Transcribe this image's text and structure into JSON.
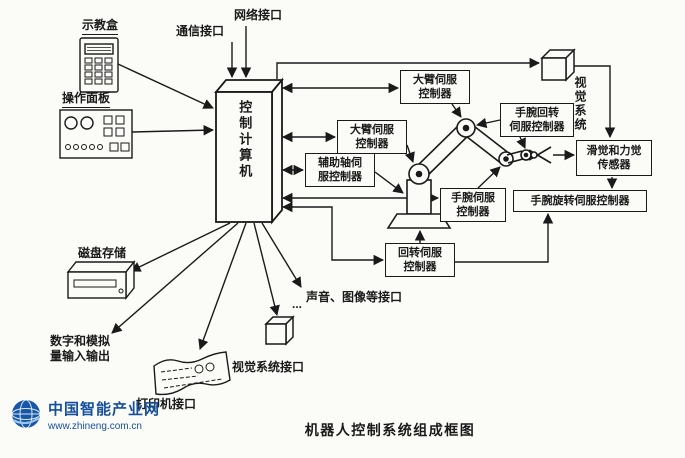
{
  "caption": "机器人控制系统组成框图",
  "watermark": {
    "site_name": "中国智能产业网",
    "site_url": "www.zhineng.com.cn"
  },
  "labels": {
    "teach_pendant": "示教盒",
    "operation_panel": "操作面板",
    "comm_interface": "通信接口",
    "network_interface": "网络接口",
    "control_computer": "控制计算机",
    "vision_system": "视觉系统",
    "disk_storage": "磁盘存储",
    "digital_analog_io": "数字和模拟\n量输入输出",
    "printer_interface": "打印机接口",
    "vision_system_interface": "视觉系统接口",
    "audio_image_interface": "声音、图像等接口",
    "ellipsis": "..."
  },
  "controllers": {
    "arm_servo_1": "大臂伺服\n控制器",
    "arm_servo_2": "大臂伺服\n控制器",
    "aux_axis_servo": "辅助轴伺\n服控制器",
    "wrist_turn_servo": "手腕回转\n伺服控制器",
    "slip_force_sensor": "滑觉和力觉\n传感器",
    "wrist_servo": "手腕伺服\n控制器",
    "wrist_spin_servo": "手腕旋转伺服控制器",
    "rotation_servo": "回转伺服\n控制器"
  },
  "colors": {
    "ink": "#1a1a1a",
    "logo_blue": "#164f9e",
    "background": "#fbfbf8"
  }
}
